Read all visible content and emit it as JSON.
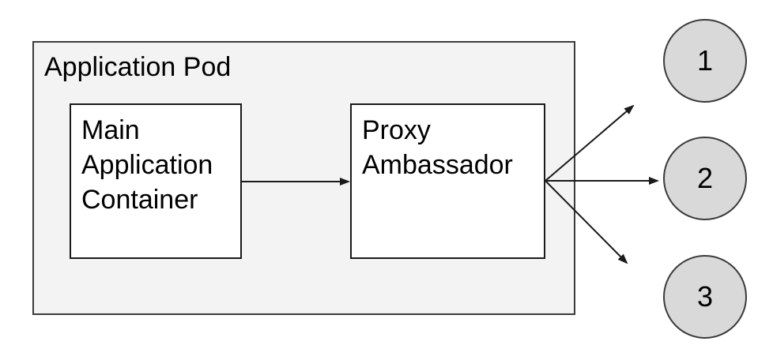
{
  "pod": {
    "label": "Application Pod",
    "containers": [
      {
        "name": "main-application-container",
        "lines": [
          "Main",
          "Application",
          "Container"
        ]
      },
      {
        "name": "proxy-ambassador",
        "lines": [
          "Proxy",
          "Ambassador"
        ]
      }
    ]
  },
  "endpoints": [
    {
      "label": "1"
    },
    {
      "label": "2"
    },
    {
      "label": "3"
    }
  ],
  "connections": [
    {
      "from": "main-application-container",
      "to": "proxy-ambassador"
    },
    {
      "from": "proxy-ambassador",
      "to": "endpoint-1"
    },
    {
      "from": "proxy-ambassador",
      "to": "endpoint-2"
    },
    {
      "from": "proxy-ambassador",
      "to": "endpoint-3"
    }
  ],
  "colors": {
    "pod_fill": "#f3f3f3",
    "pod_stroke": "#3b3b3b",
    "container_fill": "#ffffff",
    "container_stroke": "#1a1a1a",
    "endpoint_fill": "#d9d9d9",
    "endpoint_stroke": "#3b3b3b",
    "arrow": "#1a1a1a",
    "text": "#000000"
  }
}
